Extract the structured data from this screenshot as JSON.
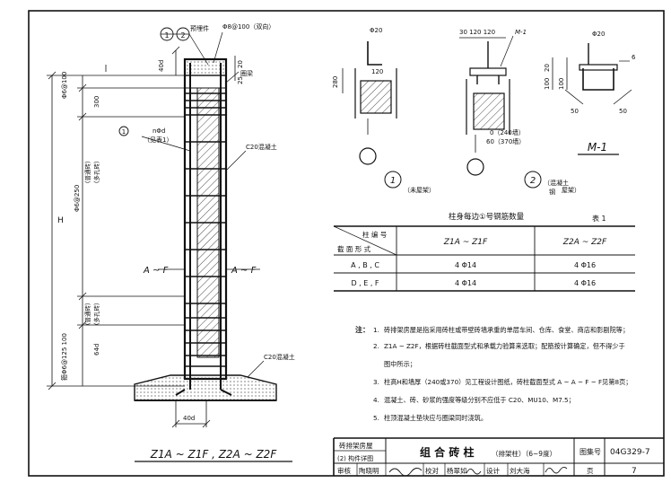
{
  "column_drawing": {
    "callout_1": "1",
    "callout_2": "2",
    "embed_label": "预埋件",
    "top_bar_label": "Φ8@100（双向）",
    "dim_40d_top": "40d",
    "dim_20": "20",
    "dim_25": "25",
    "ring_beam": "圈梁",
    "stirrup_top": "Φ6@100",
    "dim_300": "300",
    "rebar_callout_num": "1",
    "rebar_label": "nΦd",
    "rebar_note": "（见表1）",
    "concrete_c20": "C20混凝土",
    "stirrup_mid": "Φ6@250",
    "stirrup_mid_note_a": "（普通砖）",
    "stirrup_mid_note_b": "（多孔砖）",
    "height_H": "H",
    "section_left": "A ~ F",
    "section_right": "A ~ F",
    "stirrup_bottom_note_a": "（普通砖）",
    "stirrup_bottom_note_b": "（多孔砖）",
    "stirrup_bottom": "箍Φ6@125 100",
    "dim_64d": "64d",
    "concrete_base": "C20混凝土",
    "dim_40d_bottom": "40d",
    "title": "Z1A ~ Z1F , Z2A ~ Z2F"
  },
  "detail_1": {
    "rebar": "Φ20",
    "dim_280": "280",
    "dim_120": "120",
    "callout": "1",
    "caption": "（未屋架）"
  },
  "detail_2": {
    "dims_top": "30 120  120",
    "label_m1": "M-1",
    "wall_240": "0（240墙）",
    "wall_370": "60（370墙）",
    "callout": "2",
    "caption_a": "（混凝土",
    "caption_b": "屋架）",
    "caption_c": "钢"
  },
  "detail_m1": {
    "rebar": "Φ20",
    "dim_6": "6",
    "dim_20": "20",
    "dim_100a": "100",
    "dim_100b": "100",
    "dim_50a": "50",
    "dim_50b": "50",
    "title": "M-1"
  },
  "rebar_table": {
    "title": "柱身每边①号钢筋数量",
    "table_no": "表 1",
    "header_col": "柱 编 号",
    "header_row": "截 面 形 式",
    "columns": [
      "Z1A ~ Z1F",
      "Z2A ~ Z2F"
    ],
    "rows": [
      {
        "section": "A , B , C",
        "z1": "4 Φ14",
        "z2": "4 Φ16"
      },
      {
        "section": "D , E , F",
        "z1": "4 Φ14",
        "z2": "4 Φ16"
      }
    ]
  },
  "notes": {
    "title": "注：",
    "items": [
      {
        "num": "1.",
        "text": "砖排架房屋是指采用砖柱或带壁砖墙承重的单层车间、仓库、食堂、商店和影剧院等；"
      },
      {
        "num": "2.",
        "text": "Z1A ~ Z2F，根据砖柱截面型式和承载力验算来选取；配筋按计算确定，但不得少于"
      },
      {
        "num": "",
        "text": "图中所示；"
      },
      {
        "num": "3.",
        "text": "柱高H和墙厚（240或370）见工程设计图纸，砖柱截面型式 A ~ A ~ F ~ F见第8页；"
      },
      {
        "num": "4.",
        "text": "混凝土、砖、砂浆的强度等级分别不应低于 C20、MU10、M7.5；"
      },
      {
        "num": "5.",
        "text": "柱顶混凝土垫块应与圈梁同时浇筑。"
      }
    ]
  },
  "title_block": {
    "category_a": "砖排架房屋",
    "category_b": "(2) 构件详图",
    "drawing_title": "组 合 砖 柱",
    "drawing_subtitle": "（排架柱）（6~9度）",
    "atlas_label": "图集号",
    "atlas_no": "04G329-7",
    "review_label": "审核",
    "reviewer": "陶晓明",
    "check_label": "校对",
    "checker": "杨翠如",
    "design_label": "设计",
    "designer": "刘大海",
    "page_label": "页",
    "page_no": "7"
  }
}
